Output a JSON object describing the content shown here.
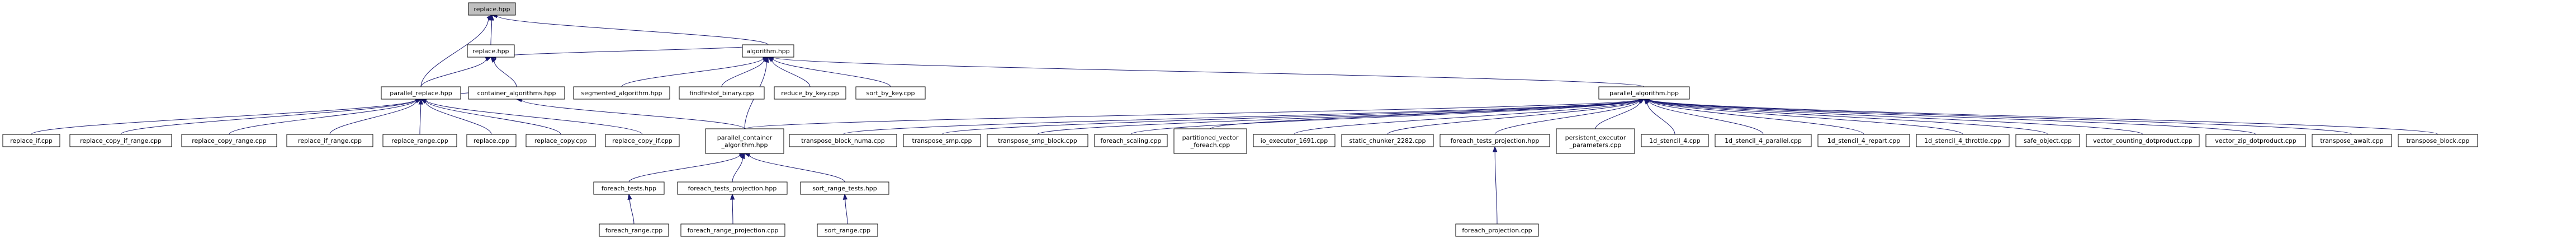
{
  "graph": {
    "nodes": [
      {
        "id": "n_replace_hpp_root",
        "lines": [
          "replace.hpp"
        ],
        "root": true
      },
      {
        "id": "n_replace_hpp",
        "lines": [
          "replace.hpp"
        ]
      },
      {
        "id": "n_algorithm_hpp",
        "lines": [
          "algorithm.hpp"
        ]
      },
      {
        "id": "n_parallel_replace_hpp",
        "lines": [
          "parallel_replace.hpp"
        ]
      },
      {
        "id": "n_container_algorithms_hpp",
        "lines": [
          "container_algorithms.hpp"
        ]
      },
      {
        "id": "n_segmented_algorithm_hpp",
        "lines": [
          "segmented_algorithm.hpp"
        ]
      },
      {
        "id": "n_findfirstof_binary_cpp",
        "lines": [
          "findfirstof_binary.cpp"
        ]
      },
      {
        "id": "n_reduce_by_key_cpp",
        "lines": [
          "reduce_by_key.cpp"
        ]
      },
      {
        "id": "n_sort_by_key_cpp",
        "lines": [
          "sort_by_key.cpp"
        ]
      },
      {
        "id": "n_parallel_algorithm_hpp",
        "lines": [
          "parallel_algorithm.hpp"
        ]
      },
      {
        "id": "n_replace_if_cpp",
        "lines": [
          "replace_if.cpp"
        ]
      },
      {
        "id": "n_replace_copy_if_range_cpp",
        "lines": [
          "replace_copy_if_range.cpp"
        ]
      },
      {
        "id": "n_replace_copy_range_cpp",
        "lines": [
          "replace_copy_range.cpp"
        ]
      },
      {
        "id": "n_replace_if_range_cpp",
        "lines": [
          "replace_if_range.cpp"
        ]
      },
      {
        "id": "n_replace_range_cpp",
        "lines": [
          "replace_range.cpp"
        ]
      },
      {
        "id": "n_replace_cpp",
        "lines": [
          "replace.cpp"
        ]
      },
      {
        "id": "n_replace_copy_cpp",
        "lines": [
          "replace_copy.cpp"
        ]
      },
      {
        "id": "n_replace_copy_if_cpp",
        "lines": [
          "replace_copy_if.cpp"
        ]
      },
      {
        "id": "n_parallel_container_algorithm_hpp",
        "lines": [
          "parallel_container",
          "_algorithm.hpp"
        ]
      },
      {
        "id": "n_transpose_block_numa_cpp",
        "lines": [
          "transpose_block_numa.cpp"
        ]
      },
      {
        "id": "n_transpose_smp_cpp",
        "lines": [
          "transpose_smp.cpp"
        ]
      },
      {
        "id": "n_transpose_smp_block_cpp",
        "lines": [
          "transpose_smp_block.cpp"
        ]
      },
      {
        "id": "n_foreach_scaling_cpp",
        "lines": [
          "foreach_scaling.cpp"
        ]
      },
      {
        "id": "n_partitioned_vector_foreach_cpp",
        "lines": [
          "partitioned_vector",
          "_foreach.cpp"
        ]
      },
      {
        "id": "n_io_executor_1691_cpp",
        "lines": [
          "io_executor_1691.cpp"
        ]
      },
      {
        "id": "n_static_chunker_2282_cpp",
        "lines": [
          "static_chunker_2282.cpp"
        ]
      },
      {
        "id": "n_foreach_tests_projection_hpp_a",
        "lines": [
          "foreach_tests_projection.hpp"
        ]
      },
      {
        "id": "n_persistent_executor_parameters_cpp",
        "lines": [
          "persistent_executor",
          "_parameters.cpp"
        ]
      },
      {
        "id": "n_1d_stencil_4_cpp",
        "lines": [
          "1d_stencil_4.cpp"
        ]
      },
      {
        "id": "n_1d_stencil_4_parallel_cpp",
        "lines": [
          "1d_stencil_4_parallel.cpp"
        ]
      },
      {
        "id": "n_1d_stencil_4_repart_cpp",
        "lines": [
          "1d_stencil_4_repart.cpp"
        ]
      },
      {
        "id": "n_1d_stencil_4_throttle_cpp",
        "lines": [
          "1d_stencil_4_throttle.cpp"
        ]
      },
      {
        "id": "n_safe_object_cpp",
        "lines": [
          "safe_object.cpp"
        ]
      },
      {
        "id": "n_vector_counting_dotproduct_cpp",
        "lines": [
          "vector_counting_dotproduct.cpp"
        ]
      },
      {
        "id": "n_vector_zip_dotproduct_cpp",
        "lines": [
          "vector_zip_dotproduct.cpp"
        ]
      },
      {
        "id": "n_transpose_await_cpp",
        "lines": [
          "transpose_await.cpp"
        ]
      },
      {
        "id": "n_transpose_block_cpp",
        "lines": [
          "transpose_block.cpp"
        ]
      },
      {
        "id": "n_foreach_tests_hpp",
        "lines": [
          "foreach_tests.hpp"
        ]
      },
      {
        "id": "n_foreach_tests_projection_hpp_b",
        "lines": [
          "foreach_tests_projection.hpp"
        ]
      },
      {
        "id": "n_sort_range_tests_hpp",
        "lines": [
          "sort_range_tests.hpp"
        ]
      },
      {
        "id": "n_foreach_projection_cpp",
        "lines": [
          "foreach_projection.cpp"
        ]
      },
      {
        "id": "n_foreach_range_cpp",
        "lines": [
          "foreach_range.cpp"
        ]
      },
      {
        "id": "n_foreach_range_projection_cpp",
        "lines": [
          "foreach_range_projection.cpp"
        ]
      },
      {
        "id": "n_sort_range_cpp",
        "lines": [
          "sort_range.cpp"
        ]
      }
    ],
    "edges": [
      [
        "n_replace_hpp",
        "n_replace_hpp_root"
      ],
      [
        "n_algorithm_hpp",
        "n_replace_hpp_root"
      ],
      [
        "n_parallel_replace_hpp",
        "n_replace_hpp_root"
      ],
      [
        "n_algorithm_hpp",
        "n_replace_hpp"
      ],
      [
        "n_parallel_replace_hpp",
        "n_replace_hpp"
      ],
      [
        "n_container_algorithms_hpp",
        "n_replace_hpp"
      ],
      [
        "n_segmented_algorithm_hpp",
        "n_algorithm_hpp"
      ],
      [
        "n_findfirstof_binary_cpp",
        "n_algorithm_hpp"
      ],
      [
        "n_reduce_by_key_cpp",
        "n_algorithm_hpp"
      ],
      [
        "n_sort_by_key_cpp",
        "n_algorithm_hpp"
      ],
      [
        "n_parallel_algorithm_hpp",
        "n_algorithm_hpp"
      ],
      [
        "n_parallel_container_algorithm_hpp",
        "n_algorithm_hpp"
      ],
      [
        "n_container_algorithms_hpp",
        "n_parallel_replace_hpp"
      ],
      [
        "n_replace_if_cpp",
        "n_parallel_replace_hpp"
      ],
      [
        "n_replace_copy_if_range_cpp",
        "n_parallel_replace_hpp"
      ],
      [
        "n_replace_copy_range_cpp",
        "n_parallel_replace_hpp"
      ],
      [
        "n_replace_if_range_cpp",
        "n_parallel_replace_hpp"
      ],
      [
        "n_replace_range_cpp",
        "n_parallel_replace_hpp"
      ],
      [
        "n_replace_cpp",
        "n_parallel_replace_hpp"
      ],
      [
        "n_replace_copy_cpp",
        "n_parallel_replace_hpp"
      ],
      [
        "n_replace_copy_if_cpp",
        "n_parallel_replace_hpp"
      ],
      [
        "n_parallel_container_algorithm_hpp",
        "n_container_algorithms_hpp"
      ],
      [
        "n_parallel_container_algorithm_hpp",
        "n_parallel_algorithm_hpp"
      ],
      [
        "n_transpose_block_numa_cpp",
        "n_parallel_algorithm_hpp"
      ],
      [
        "n_transpose_smp_cpp",
        "n_parallel_algorithm_hpp"
      ],
      [
        "n_transpose_smp_block_cpp",
        "n_parallel_algorithm_hpp"
      ],
      [
        "n_foreach_scaling_cpp",
        "n_parallel_algorithm_hpp"
      ],
      [
        "n_partitioned_vector_foreach_cpp",
        "n_parallel_algorithm_hpp"
      ],
      [
        "n_io_executor_1691_cpp",
        "n_parallel_algorithm_hpp"
      ],
      [
        "n_static_chunker_2282_cpp",
        "n_parallel_algorithm_hpp"
      ],
      [
        "n_foreach_tests_projection_hpp_a",
        "n_parallel_algorithm_hpp"
      ],
      [
        "n_persistent_executor_parameters_cpp",
        "n_parallel_algorithm_hpp"
      ],
      [
        "n_1d_stencil_4_cpp",
        "n_parallel_algorithm_hpp"
      ],
      [
        "n_1d_stencil_4_parallel_cpp",
        "n_parallel_algorithm_hpp"
      ],
      [
        "n_1d_stencil_4_repart_cpp",
        "n_parallel_algorithm_hpp"
      ],
      [
        "n_1d_stencil_4_throttle_cpp",
        "n_parallel_algorithm_hpp"
      ],
      [
        "n_safe_object_cpp",
        "n_parallel_algorithm_hpp"
      ],
      [
        "n_vector_counting_dotproduct_cpp",
        "n_parallel_algorithm_hpp"
      ],
      [
        "n_vector_zip_dotproduct_cpp",
        "n_parallel_algorithm_hpp"
      ],
      [
        "n_transpose_await_cpp",
        "n_parallel_algorithm_hpp"
      ],
      [
        "n_transpose_block_cpp",
        "n_parallel_algorithm_hpp"
      ],
      [
        "n_foreach_tests_hpp",
        "n_parallel_container_algorithm_hpp"
      ],
      [
        "n_foreach_tests_projection_hpp_b",
        "n_parallel_container_algorithm_hpp"
      ],
      [
        "n_sort_range_tests_hpp",
        "n_parallel_container_algorithm_hpp"
      ],
      [
        "n_foreach_projection_cpp",
        "n_foreach_tests_projection_hpp_a"
      ],
      [
        "n_foreach_range_cpp",
        "n_foreach_tests_hpp"
      ],
      [
        "n_foreach_range_projection_cpp",
        "n_foreach_tests_projection_hpp_b"
      ],
      [
        "n_sort_range_cpp",
        "n_sort_range_tests_hpp"
      ]
    ]
  },
  "colors": {
    "edge": "#191970",
    "root_fill": "#bfbfbf",
    "node_fill": "#ffffff",
    "node_stroke": "#000000"
  }
}
